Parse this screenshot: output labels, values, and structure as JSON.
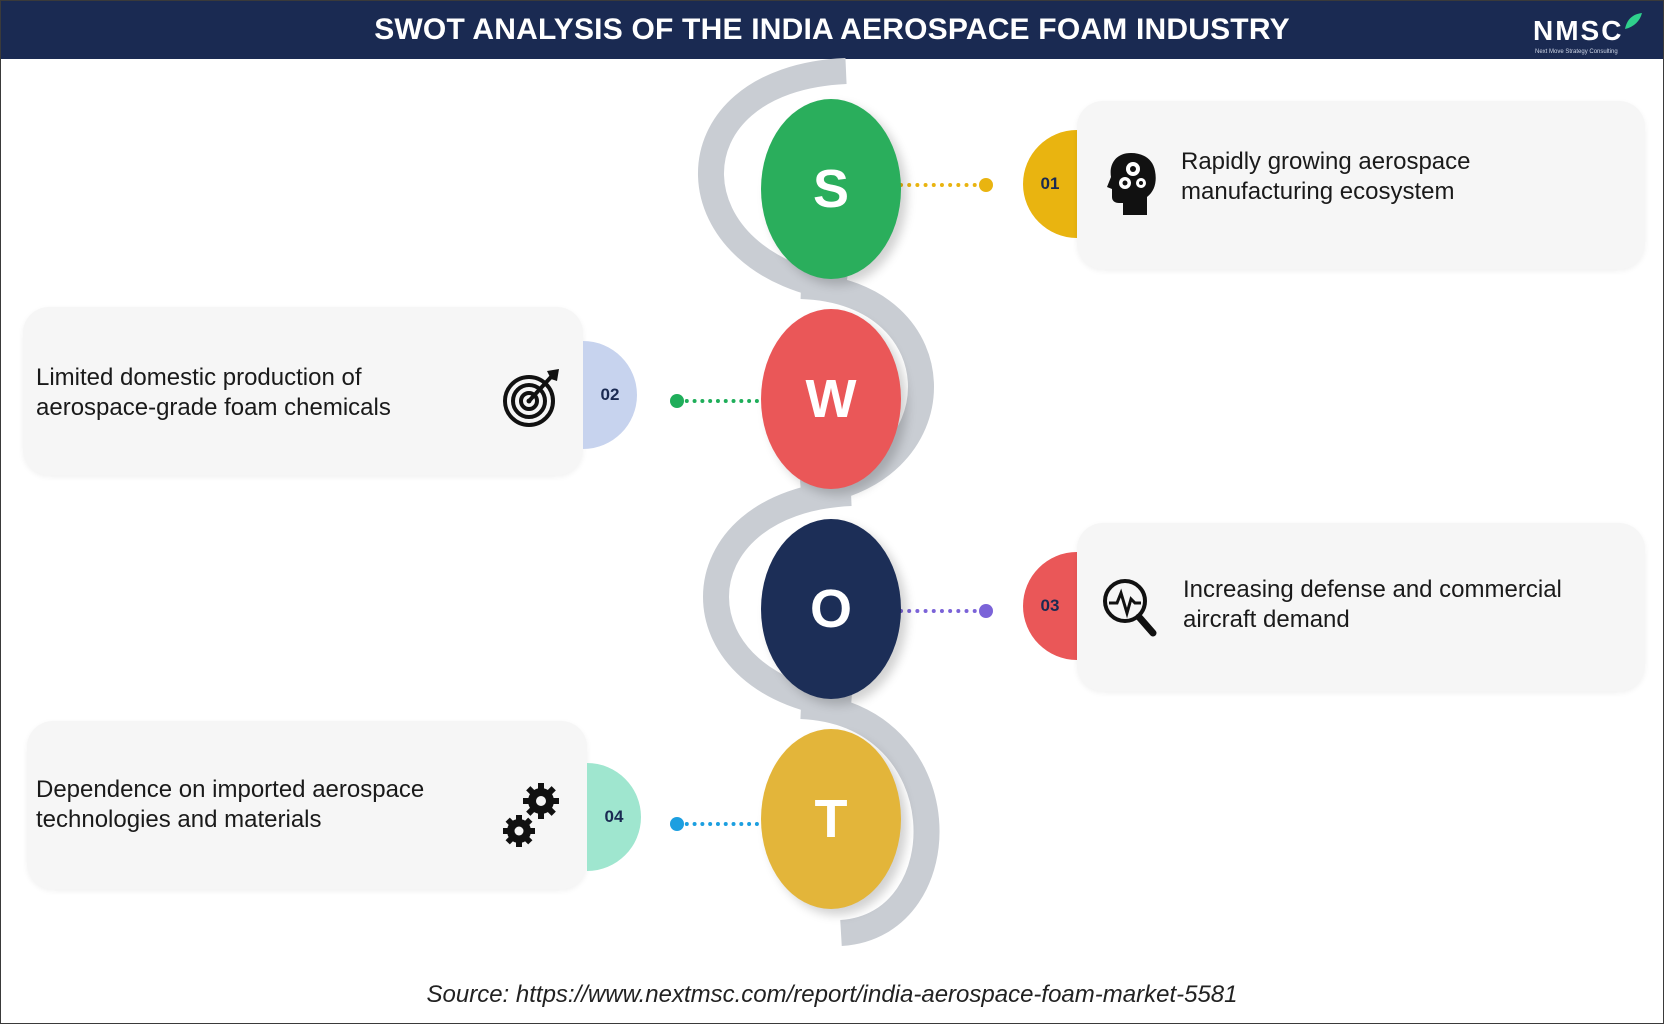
{
  "header": {
    "title": "SWOT ANALYSIS OF THE INDIA AEROSPACE FOAM INDUSTRY",
    "logo": {
      "text": "NMSC",
      "tagline": "Next Move Strategy Consulting"
    }
  },
  "swot": [
    {
      "letter": "S",
      "number": "01",
      "text": "Rapidly growing aerospace\nmanufacturing ecosystem",
      "icon": "head-gears-icon",
      "circle_color": "#2aae5c",
      "tab_color": "#e9b410",
      "dot_color": "#e9b410"
    },
    {
      "letter": "W",
      "number": "02",
      "text": "Limited domestic production of\naerospace-grade foam chemicals",
      "icon": "target-icon",
      "circle_color": "#ea5758",
      "tab_color": "#c7d3ee",
      "dot_color": "#1fae5a"
    },
    {
      "letter": "O",
      "number": "03",
      "text": "Increasing defense and commercial\naircraft demand",
      "icon": "magnifier-pulse-icon",
      "circle_color": "#1c2e57",
      "tab_color": "#ea5758",
      "dot_color": "#7b63d8"
    },
    {
      "letter": "T",
      "number": "04",
      "text": "Dependence on imported aerospace\ntechnologies and materials",
      "icon": "gears-icon",
      "circle_color": "#e3b53a",
      "tab_color": "#9fe6cf",
      "dot_color": "#1c9fe0"
    }
  ],
  "source": "Source: https://www.nextmsc.com/report/india-aerospace-foam-market-5581"
}
